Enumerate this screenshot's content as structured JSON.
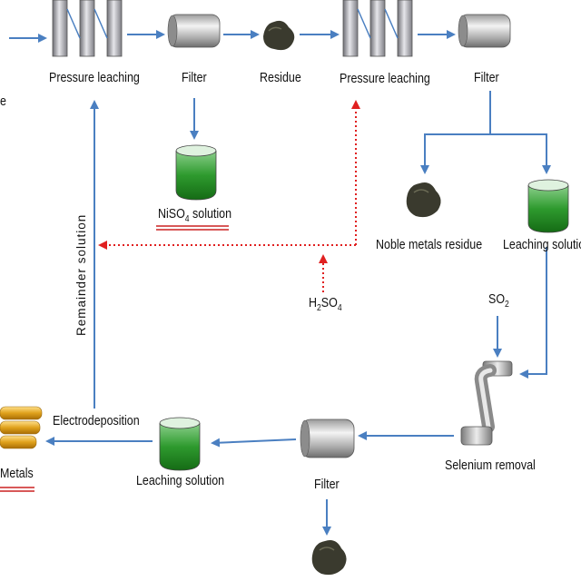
{
  "labels": {
    "pressure_leaching_1": "Pressure leaching",
    "filter_1": "Filter",
    "residue": "Residue",
    "pressure_leaching_2": "Pressure leaching",
    "filter_2": "Filter",
    "niso4_prefix": "NiSO",
    "niso4_sub": "4",
    "niso4_suffix": " solution",
    "noble_metals_residue": "Noble metals residue",
    "leaching_solution_right": "Leaching solution",
    "remainder_solution": "Remainder solution",
    "h2so4_h": "H",
    "h2so4_sub1": "2",
    "h2so4_so": "SO",
    "h2so4_sub2": "4",
    "so2_so": "SO",
    "so2_sub": "2",
    "selenium_removal": "Selenium removal",
    "electrodeposition": "Electrodeposition",
    "leaching_solution_bottom": "Leaching solution",
    "filter_3": "Filter",
    "metals": "Metals",
    "left_edge_fragment": "e"
  },
  "colors": {
    "flow_arrow": "#4a7fc1",
    "acid_arrow": "#e02020",
    "liquid": "#2e9a2e",
    "residue": "#3a3a2e",
    "metal_bars": "#e0a21c",
    "underline": "#cc2222"
  },
  "icons": [
    "reactor-icon",
    "filter-drum-icon",
    "residue-lump-icon",
    "beaker-icon",
    "pipe-icon",
    "metal-bars-icon"
  ]
}
